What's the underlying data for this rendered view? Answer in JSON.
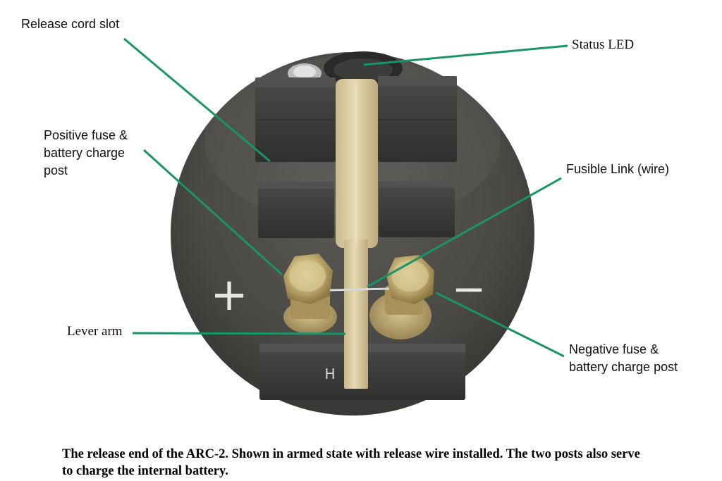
{
  "labels": {
    "release_cord_slot": "Release cord slot",
    "status_led": "Status LED",
    "positive_post": "Positive fuse &\nbattery charge\npost",
    "fusible_link": "Fusible Link (wire)",
    "lever_arm": "Lever arm",
    "negative_post": "Negative fuse &\nbattery charge post"
  },
  "panel_markings": {
    "plus": "+",
    "minus": "−",
    "letter": "H"
  },
  "caption": "The release end of the ARC-2.  Shown in armed state with release wire installed.  The two posts also serve to charge the internal battery.",
  "colors": {
    "leader_line": "#1a9466",
    "plate": "#4d4c48",
    "block": "#3d3d3b",
    "brass": "#c9b98c",
    "lever": "#d9cb9e"
  }
}
